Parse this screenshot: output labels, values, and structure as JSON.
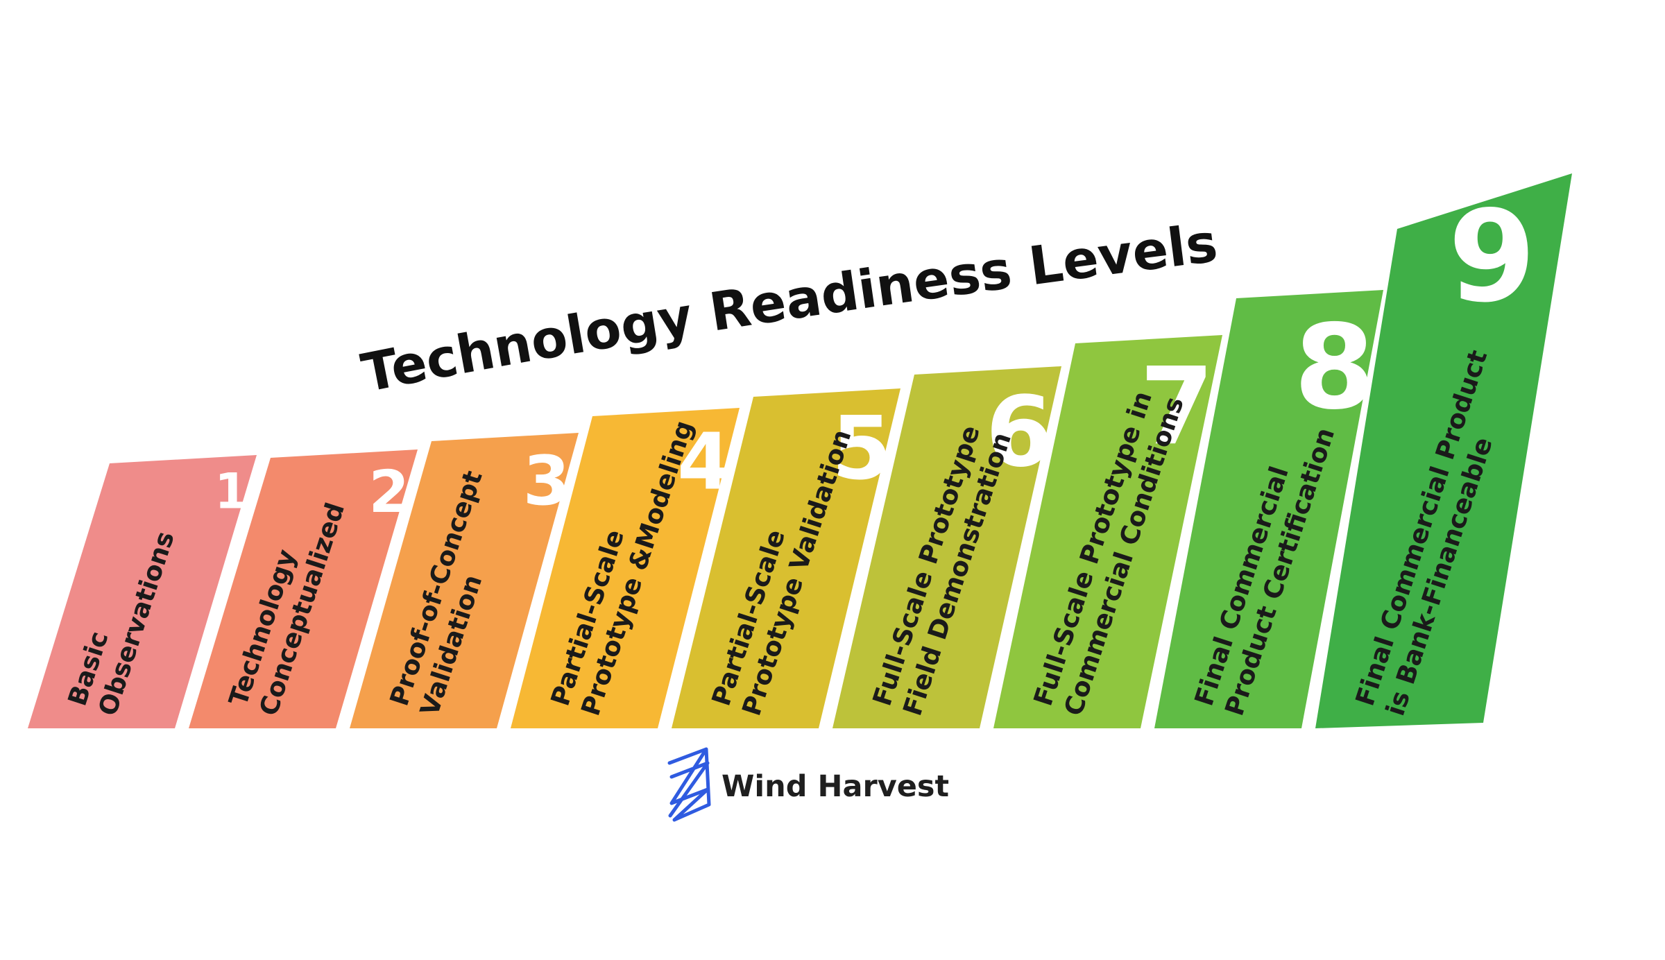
{
  "title": "Technology Readiness Levels",
  "levels": [
    {
      "number": "1",
      "lines": [
        "Basic",
        "Observations"
      ],
      "color": "#EF8C8A"
    },
    {
      "number": "2",
      "lines": [
        "Technology",
        "Conceptualized"
      ],
      "color": "#F38A6C"
    },
    {
      "number": "3",
      "lines": [
        "Proof-of-Concept",
        "Validation"
      ],
      "color": "#F5A04C"
    },
    {
      "number": "4",
      "lines": [
        "Partial-Scale",
        "Prototype &Modeling"
      ],
      "color": "#F7B834"
    },
    {
      "number": "5",
      "lines": [
        "Partial-Scale",
        "Prototype Validation"
      ],
      "color": "#D9BF30"
    },
    {
      "number": "6",
      "lines": [
        "Full-Scale Prototype",
        "Field Demonstration"
      ],
      "color": "#BDC23A"
    },
    {
      "number": "7",
      "lines": [
        "Full-Scale Prototype in",
        "Commercial Conditions"
      ],
      "color": "#8FC63F"
    },
    {
      "number": "8",
      "lines": [
        "Final Commercial",
        "Product Certification"
      ],
      "color": "#60BC45"
    },
    {
      "number": "9",
      "lines": [
        "Final Commercial Product",
        "is Bank-Financeable"
      ],
      "color": "#3FAF47"
    }
  ],
  "brand": {
    "name": "Wind Harvest",
    "logo_icon": "wind-harvest-logo-icon",
    "logo_color": "#2F5BE0"
  }
}
